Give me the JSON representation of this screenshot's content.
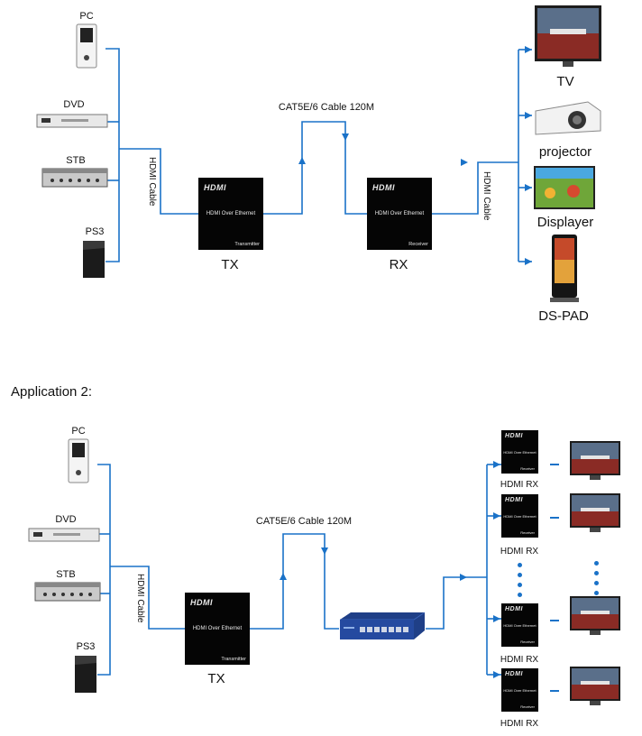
{
  "app1": {
    "sources": [
      "PC",
      "DVD",
      "STB",
      "PS3"
    ],
    "hdmi_cable_left": "HDMI Cable",
    "hdmi_cable_right": "HDMI Cable",
    "cat_cable": "CAT5E/6 Cable 120M",
    "tx": {
      "logo": "HDMI",
      "name": "HDMI Over Ethernet",
      "role": "Transmitter",
      "label": "TX"
    },
    "rx": {
      "logo": "HDMI",
      "name": "HDMI Over Ethernet",
      "role": "Receiver",
      "label": "RX"
    },
    "displays": [
      "TV",
      "projector",
      "Displayer",
      "DS-PAD"
    ]
  },
  "app2": {
    "title": "Application 2:",
    "sources": [
      "PC",
      "DVD",
      "STB",
      "PS3"
    ],
    "hdmi_cable": "HDMI Cable",
    "cat_cable": "CAT5E/6 Cable 120M",
    "tx": {
      "logo": "HDMI",
      "name": "HDMI Over Ethernet",
      "role": "Transmitter",
      "label": "TX"
    },
    "receiver": {
      "logo": "HDMI",
      "name": "HDMI Over Ethernet",
      "role": "Receiver"
    },
    "rx_labels": [
      "HDMI RX",
      "HDMI RX",
      "HDMI RX",
      "HDMI RX"
    ]
  },
  "colors": {
    "line": "#1a72c8",
    "box": "#050505"
  }
}
